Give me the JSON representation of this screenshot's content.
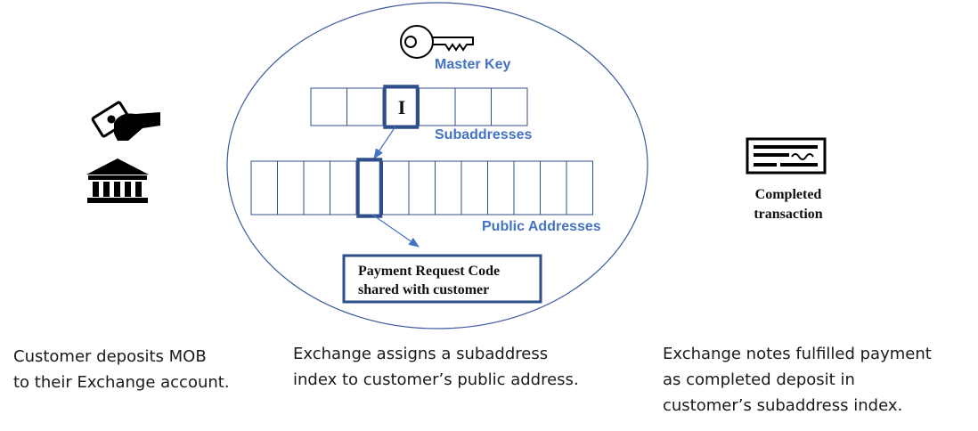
{
  "diagram": {
    "labels": {
      "master_key": "Master Key",
      "subaddresses": "Subaddresses",
      "public_addresses": "Public Addresses",
      "selected_index_marker": "I",
      "payment_code_line1": "Payment Request Code",
      "payment_code_line2": "shared with customer",
      "completed_line1": "Completed",
      "completed_line2": "transaction"
    },
    "subaddress_cells": 6,
    "selected_subaddress": 3,
    "public_address_cells": 13,
    "selected_public_address": 5,
    "icons": [
      "hand-card-icon",
      "bank-icon",
      "key-icon",
      "check-icon"
    ],
    "colors": {
      "accent": "#4472c4",
      "box_border": "#2f4f8a",
      "text": "#111111"
    }
  },
  "captions": {
    "left": [
      "Customer deposits MOB",
      "to their Exchange account."
    ],
    "center": [
      "Exchange assigns a subaddress",
      "index to customer’s public address."
    ],
    "right": [
      "Exchange notes fulfilled payment",
      "as completed deposit in",
      "customer’s subaddress index."
    ]
  }
}
